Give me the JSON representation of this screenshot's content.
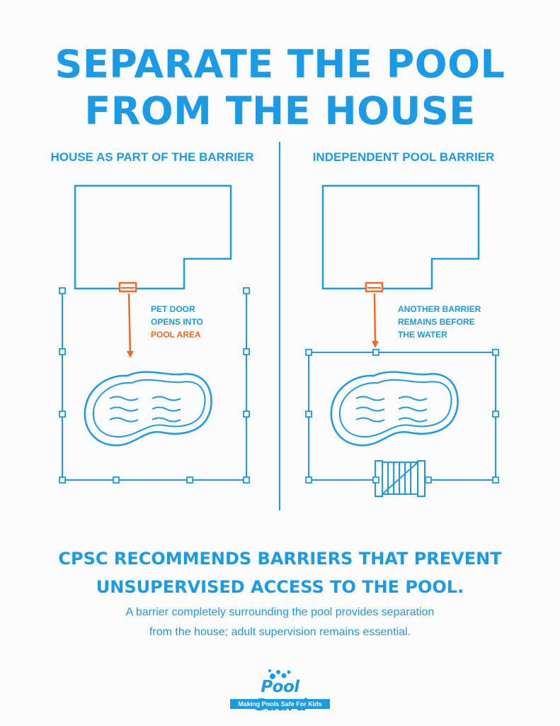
{
  "title": [
    "SEPARATE THE POOL",
    "FROM THE HOUSE"
  ],
  "left_panel": {
    "heading": "HOUSE AS PART OF THE BARRIER",
    "note_lines": [
      "PET DOOR",
      "OPENS INTO"
    ],
    "note_highlight": "POOL AREA"
  },
  "right_panel": {
    "heading": "INDEPENDENT POOL BARRIER",
    "note_lines": [
      "ANOTHER BARRIER",
      "REMAINS BEFORE",
      "THE WATER"
    ]
  },
  "bottom": {
    "heading": [
      "CPSC RECOMMENDS BARRIERS THAT PREVENT",
      "UNSUPERVISED ACCESS TO THE POOL."
    ],
    "text": [
      "A barrier completely surrounding the pool provides separation",
      "from the house; adult supervision remains essential."
    ]
  },
  "logo": {
    "name": "Pool Guard",
    "tagline": "Making Pools Safe For Kids"
  },
  "colors": {
    "primary": "#1a9be8",
    "accent": "#f26a21"
  }
}
